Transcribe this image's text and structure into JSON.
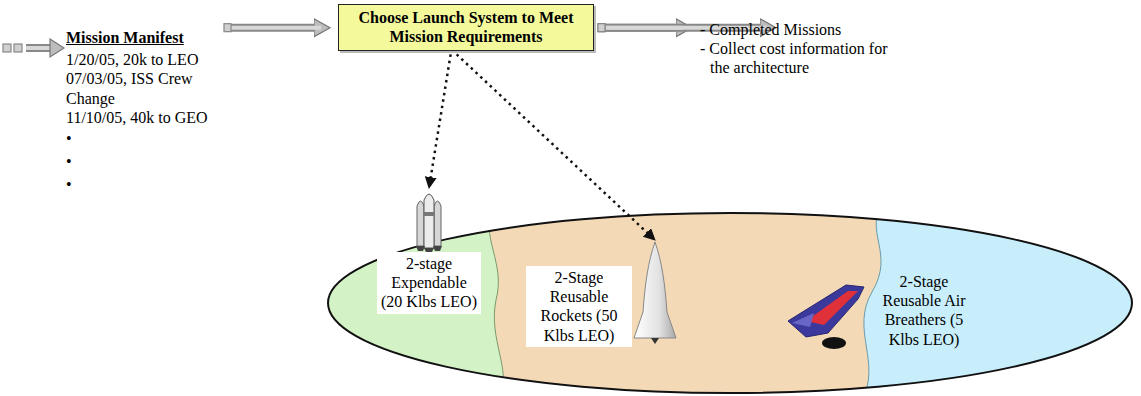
{
  "diagram": {
    "nodes": [
      {
        "text": [
          "Mission Manifest",
          "1/20/05, 20k to LEO",
          "07/03/05, ISS Crew Change",
          "11/10/05, 40k to GEO",
          "•",
          "•",
          "•"
        ]
      },
      {
        "text": [
          "Choose Launch System to Meet Mission Requirements"
        ]
      },
      {
        "text": [
          "- Completed Missions",
          "- Collect cost information for the architecture"
        ]
      },
      {
        "text": [
          "2-stage Expendable (20 Klbs LEO)"
        ]
      },
      {
        "text": [
          "2-Stage Reusable Rockets (50 Klbs LEO)"
        ]
      },
      {
        "text": [
          "2-Stage Reusable Air Breathers (5 Klbs LEO)"
        ]
      }
    ],
    "edges": [
      {
        "from": 0,
        "to": 1,
        "arrow": "to"
      },
      {
        "from": 1,
        "to": 2,
        "arrow": "to"
      },
      {
        "from": 1,
        "to": 3,
        "arrow": "to"
      },
      {
        "from": 1,
        "to": 4,
        "arrow": "to"
      },
      {
        "from": 1,
        "to": 5,
        "arrow": "to"
      }
    ]
  }
}
